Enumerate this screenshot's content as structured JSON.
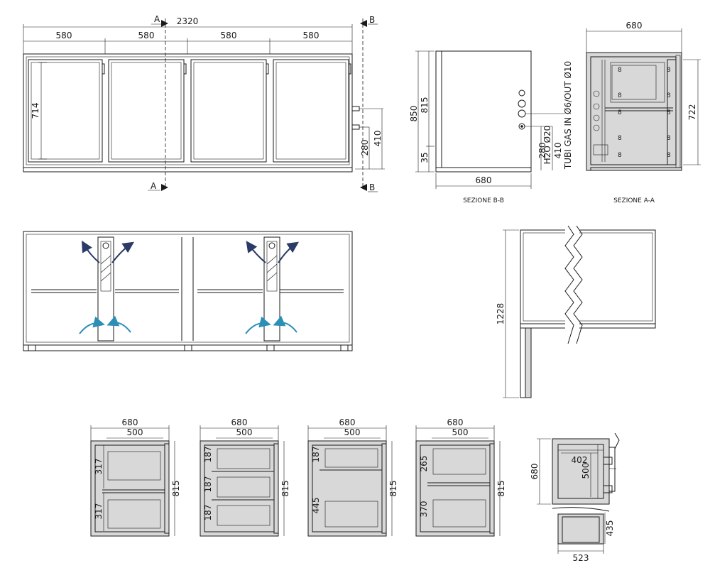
{
  "front": {
    "total": "2320",
    "seg1": "580",
    "seg2": "580",
    "seg3": "580",
    "seg4": "580",
    "h_inner": "714",
    "d280": "280",
    "d410": "410",
    "sectionA": "A",
    "sectionB": "B"
  },
  "sectionBB": {
    "label": "SEZIONE B-B",
    "h850": "850",
    "h815": "815",
    "h35": "35",
    "w680": "680",
    "d280": "280",
    "d410": "410",
    "h2o": "H2O Ø20",
    "gas": "TUBI GAS IN Ø6/OUT Ø10"
  },
  "sectionAA": {
    "label": "SEZIONE A-A",
    "w680": "680",
    "h722": "722"
  },
  "side": {
    "h1228": "1228"
  },
  "configs": [
    {
      "w": "680",
      "inner": "500",
      "h": "815",
      "d1": "317",
      "d2": "317"
    },
    {
      "w": "680",
      "inner": "500",
      "h": "815",
      "d1": "187",
      "d2": "187",
      "d3": "187"
    },
    {
      "w": "680",
      "inner": "500",
      "h": "815",
      "d1": "187",
      "d2": "445"
    },
    {
      "w": "680",
      "inner": "500",
      "h": "815",
      "d1": "265",
      "d2": "370"
    }
  ],
  "drawer": {
    "h680": "680",
    "w402": "402",
    "h500": "500",
    "h435": "435",
    "w523": "523"
  },
  "colors": {
    "arrow_dark": "#2b3a67",
    "arrow_blue": "#2b8fb8",
    "panel_fill": "#d8d8d8"
  }
}
